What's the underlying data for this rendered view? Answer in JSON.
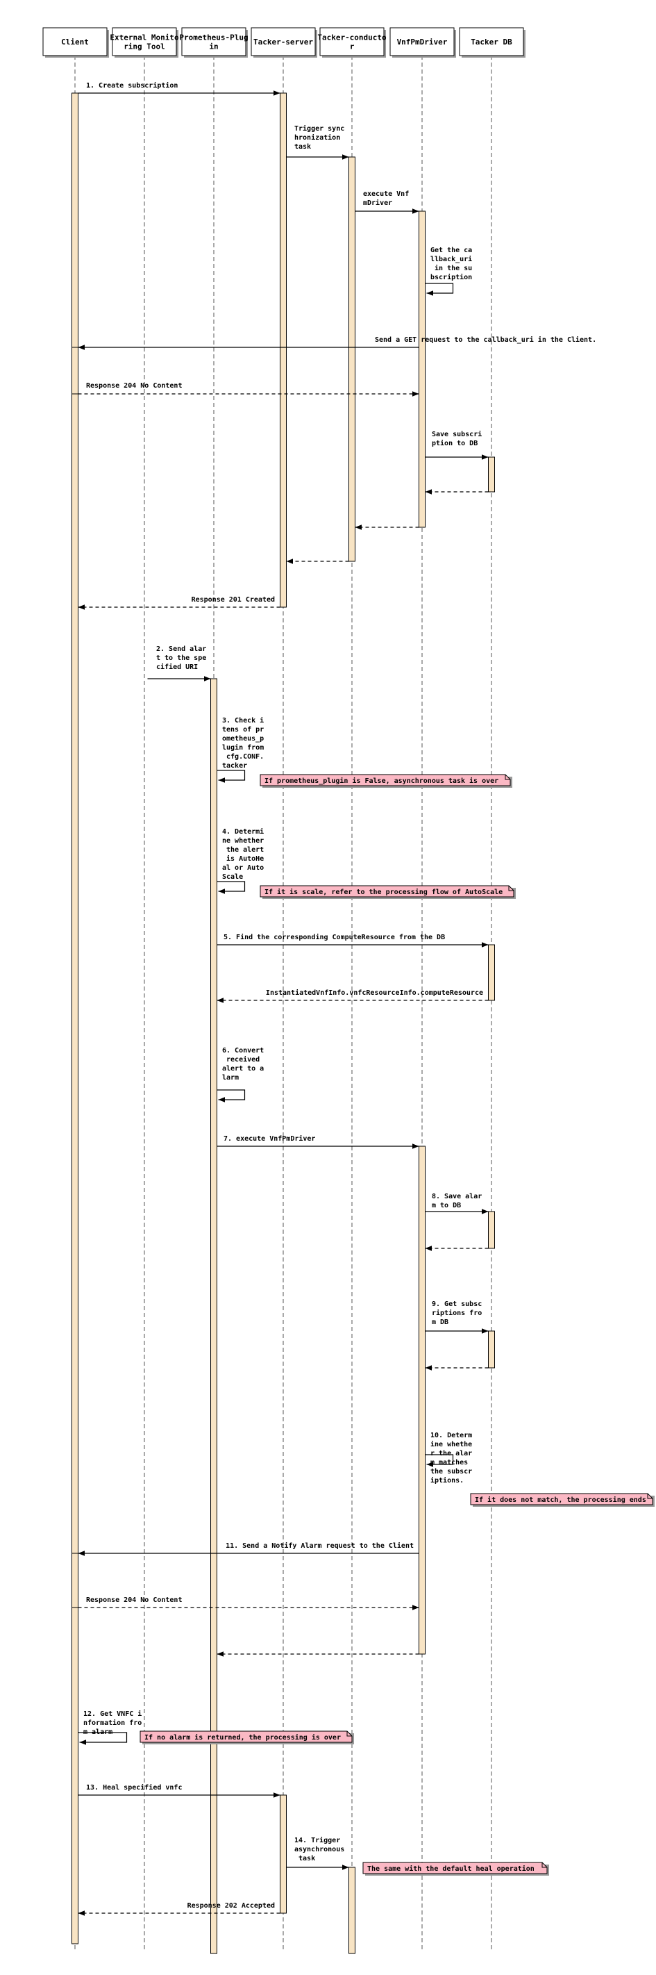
{
  "participants": [
    {
      "id": "client",
      "label_lines": [
        "Client"
      ]
    },
    {
      "id": "monitor",
      "label_lines": [
        "External Monito",
        "ring Tool"
      ]
    },
    {
      "id": "prom",
      "label_lines": [
        "Prometheus-Plug",
        "in"
      ]
    },
    {
      "id": "server",
      "label_lines": [
        "Tacker-server"
      ]
    },
    {
      "id": "conductor",
      "label_lines": [
        "Tacker-conducto",
        "r"
      ]
    },
    {
      "id": "driver",
      "label_lines": [
        "VnfPmDriver"
      ]
    },
    {
      "id": "db",
      "label_lines": [
        "Tacker DB"
      ]
    }
  ],
  "messages": [
    {
      "from": "client",
      "to": "server",
      "type": "sync",
      "label_lines": [
        "1. Create subscription"
      ]
    },
    {
      "from": "server",
      "to": "conductor",
      "type": "sync",
      "label_lines": [
        "Trigger sync",
        "hronization",
        "task"
      ]
    },
    {
      "from": "conductor",
      "to": "driver",
      "type": "sync",
      "label_lines": [
        "execute Vnf",
        "mDriver"
      ]
    },
    {
      "from": "driver",
      "to": "driver",
      "type": "self",
      "label_lines": [
        "Get the ca",
        "llback_uri",
        " in the su",
        "bscription"
      ]
    },
    {
      "from": "driver",
      "to": "client",
      "type": "sync",
      "label_lines": [
        "Send a GET request to the callback_uri in the Client."
      ]
    },
    {
      "from": "client",
      "to": "driver",
      "type": "return",
      "label_lines": [
        "Response 204 No Content"
      ]
    },
    {
      "from": "driver",
      "to": "db",
      "type": "sync",
      "label_lines": [
        "Save subscri",
        "ption to DB"
      ]
    },
    {
      "from": "db",
      "to": "driver",
      "type": "return",
      "label_lines": []
    },
    {
      "from": "driver",
      "to": "conductor",
      "type": "return",
      "label_lines": []
    },
    {
      "from": "conductor",
      "to": "server",
      "type": "return",
      "label_lines": []
    },
    {
      "from": "server",
      "to": "client",
      "type": "return",
      "label_lines": [
        "Response 201 Created"
      ]
    },
    {
      "from": "monitor",
      "to": "prom",
      "type": "sync",
      "label_lines": [
        "2. Send alar",
        "t to the spe",
        "cified URI"
      ]
    },
    {
      "from": "prom",
      "to": "prom",
      "type": "self",
      "label_lines": [
        "3. Check i",
        "tens of pr",
        "ometheus_p",
        "lugin from",
        " cfg.CONF.",
        "tacker"
      ]
    },
    {
      "from": "prom",
      "to": "prom",
      "type": "self",
      "label_lines": [
        "4. Determi",
        "ne whether",
        " the alert",
        " is AutoHe",
        "al or Auto",
        "Scale"
      ]
    },
    {
      "from": "prom",
      "to": "db",
      "type": "sync",
      "label_lines": [
        "5. Find the corresponding ComputeResource from the DB"
      ]
    },
    {
      "from": "db",
      "to": "prom",
      "type": "return",
      "label_lines": [
        "InstantiatedVnfInfo.vnfcResourceInfo.computeResource"
      ]
    },
    {
      "from": "prom",
      "to": "prom",
      "type": "self",
      "label_lines": [
        "6. Convert",
        " received",
        "alert to a",
        "larm"
      ]
    },
    {
      "from": "prom",
      "to": "driver",
      "type": "sync",
      "label_lines": [
        "7. execute VnfPmDriver"
      ]
    },
    {
      "from": "driver",
      "to": "db",
      "type": "sync",
      "label_lines": [
        "8. Save alar",
        "m to DB"
      ]
    },
    {
      "from": "db",
      "to": "driver",
      "type": "return",
      "label_lines": []
    },
    {
      "from": "driver",
      "to": "db",
      "type": "sync",
      "label_lines": [
        "9. Get subsc",
        "riptions fro",
        "m DB"
      ]
    },
    {
      "from": "db",
      "to": "driver",
      "type": "return",
      "label_lines": []
    },
    {
      "from": "driver",
      "to": "driver",
      "type": "self",
      "label_lines": [
        "10. Determ",
        "ine whethe",
        "r the alar",
        "m matches",
        "the subscr",
        "iptions."
      ]
    },
    {
      "from": "driver",
      "to": "client",
      "type": "sync",
      "label_lines": [
        "11. Send a Notify Alarm request to the Client"
      ]
    },
    {
      "from": "client",
      "to": "driver",
      "type": "return",
      "label_lines": [
        "Response 204 No Content"
      ]
    },
    {
      "from": "driver",
      "to": "prom",
      "type": "return",
      "label_lines": []
    },
    {
      "from": "client",
      "to": "client",
      "type": "self",
      "label_lines": [
        "12. Get VNFC i",
        "nformation fro",
        "m alarm"
      ]
    },
    {
      "from": "client",
      "to": "server",
      "type": "sync",
      "label_lines": [
        "13. Heal specified vnfc"
      ]
    },
    {
      "from": "server",
      "to": "conductor",
      "type": "sync",
      "label_lines": [
        "14. Trigger",
        "asynchronous",
        " task"
      ]
    },
    {
      "from": "server",
      "to": "client",
      "type": "return",
      "label_lines": [
        "Response 202 Accepted"
      ]
    }
  ],
  "notes": [
    {
      "text": "If prometheus_plugin is False, asynchronous task is over"
    },
    {
      "text": "If it is scale, refer to the processing flow of AutoScale"
    },
    {
      "text": "If it does not match, the processing ends"
    },
    {
      "text": "If no alarm is returned, the processing is over"
    },
    {
      "text": "The same with the default heal operation"
    }
  ],
  "colors": {
    "participant_fill": "#ffffff",
    "activation_fill": "#f8e4c4",
    "note_fill": "#fbb8c4",
    "line": "#000000",
    "lifeline": "#555555"
  }
}
